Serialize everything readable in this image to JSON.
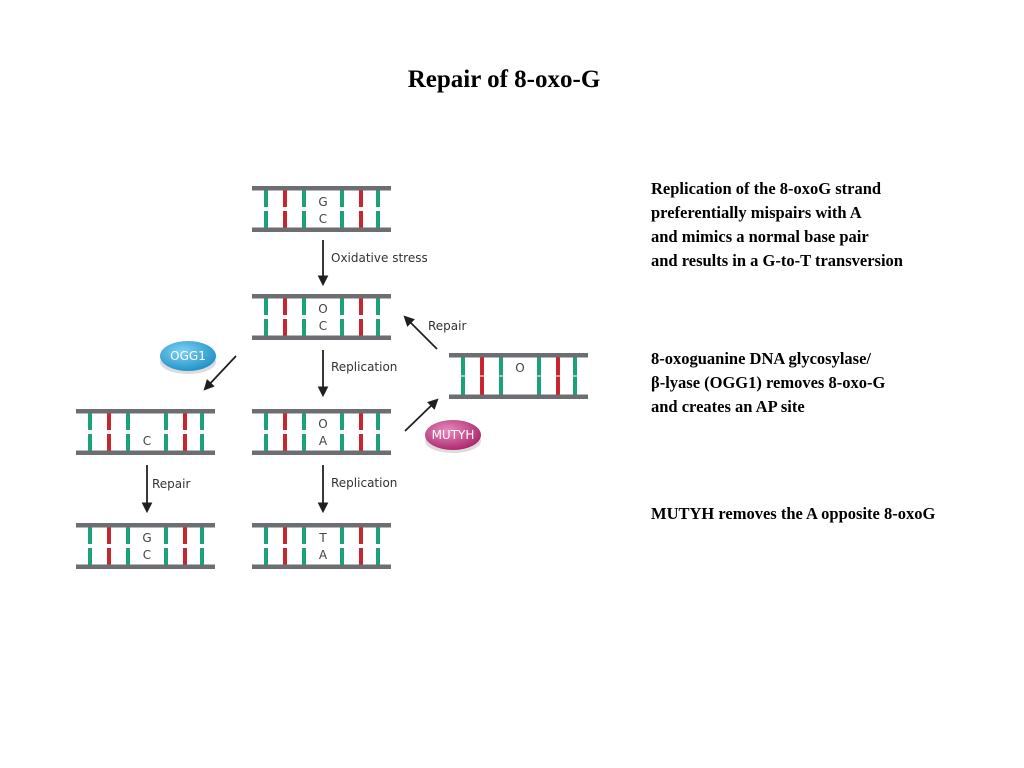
{
  "title": "Repair of 8-oxo-G",
  "colors": {
    "strand": "#6d6e71",
    "normal_pair": "#1ba27b",
    "oxidized_pair": "#c8262e",
    "ogg1": "#1d9fd6",
    "mutyh": "#c2307d"
  },
  "labels": {
    "oxidative_stress": "Oxidative stress",
    "replication_1": "Replication",
    "replication_2": "Replication",
    "repair_top": "Repair",
    "repair_left": "Repair"
  },
  "enzymes": {
    "ogg1": "OGG1",
    "mutyh": "MUTYH"
  },
  "bases": {
    "d1_top": "G",
    "d1_bottom": "C",
    "d2_top": "O",
    "d2_bottom": "C",
    "d3_top": "O",
    "d3_bottom": "A",
    "d4_top": "",
    "d4_bottom": "C",
    "d5_top": "G",
    "d5_bottom": "C",
    "d6_top": "T",
    "d6_bottom": "A",
    "d7_center": "O"
  },
  "notes": {
    "block1": [
      "Replication of the 8-oxoG strand",
      "preferentially mispairs with A",
      "and mimics a normal base pair",
      "and results in a G-to-T transversion"
    ],
    "block2": [
      "8-oxoguanine DNA glycosylase/",
      "β-lyase (OGG1) removes 8-oxo-G",
      "and creates an AP site"
    ],
    "block3": [
      "MUTYH removes the A opposite 8-oxoG"
    ]
  }
}
